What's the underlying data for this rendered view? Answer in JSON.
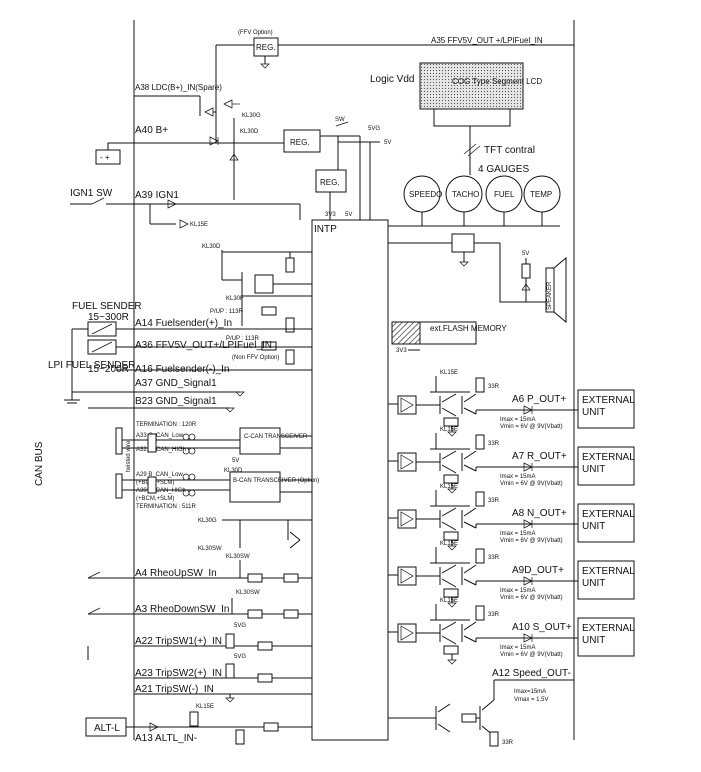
{
  "labels": {
    "ffv_option": "(FFV Option)",
    "reg_top": "REG.",
    "a35_out": "A35 FFV5V_OUT +/LPIFuel_IN",
    "logic_vdd": "Logic Vdd",
    "lcd": "COG Type Segment LCD",
    "tft": "TFT contral",
    "gauges_title": "4 GAUGES",
    "a38": "A38 LDC(B+)_IN(Spare)",
    "kl30g": "KL30G",
    "kl30d": "KL30D",
    "a40": "A40 B+",
    "reg_mid": "REG.",
    "sw": "SW",
    "v5vg": "5VG",
    "v5v": "5V",
    "reg_small": "REG.",
    "ign1_sw": "IGN1 SW",
    "a39": "A39 IGN1",
    "kl15e": "KL15E",
    "v3v3": "3V3",
    "v5v_b": "5V",
    "intp": "INTP",
    "kl30d_b": "KL30D",
    "kl30f": "KL30F",
    "fuel_sender": "FUEL SENDER",
    "fuel_range": "15~300R",
    "lpi_sender": "LPI FUEL SENDER",
    "lpi_range": "15~200R",
    "pup1": "P/UP : 113R",
    "a14": "A14 Fuelsender(+)_In",
    "pup2": "P/UP : 113R",
    "a36": "A36 FFV5V_OUT+/LPIFuel_IN",
    "non_ffv": "(Non FFV Option)",
    "a16": "A16 Fuelsender(-)_In",
    "a37": "A37 GND_Signal1",
    "b23": "B23 GND_Signal1",
    "flash": "ext.FLASH MEMORY",
    "v3v3_b": "3V3",
    "can_bus": "CAN BUS",
    "term1": "TERMINATION : 120R",
    "a33c_low": "A33 C_CAN_Low",
    "a32c_high": "A32 C_CAN_HIGh",
    "twisted": "twisted wire",
    "ccan": "C-CAN TRANSCEIVER",
    "v5v_c": "5V",
    "kl30d_c": "KL30D",
    "a29b_low": "A29 B_CAN_Low",
    "bcm1": "(+BCM,+SLM)",
    "a30b_high": "A30 B_CAN_HIGh",
    "bcm2": "(+BCM,+SLM)",
    "bcan": "B-CAN TRANSCEIVER (Option)",
    "term2": "TERMINATION : 511R",
    "kl30g_b": "KL30G",
    "kl30sw1": "KL30SW",
    "kl30sw2": "KL30SW",
    "a4": "A4 RheoUpSW_In",
    "kl30sw3": "KL30SW",
    "a3": "A3 RheoDownSW_In",
    "v5vg_b": "5VG",
    "a22": "A22 TripSW1(+)_IN",
    "v5vg_c": "5VG",
    "a23": "A23 TripSW2(+)_IN",
    "a21": "A21 TripSW(-)_IN",
    "altl_box": "ALT-L",
    "kl15e_b": "KL15E",
    "a13": "A13 ALTL_IN-",
    "speaker": "SPEAKER",
    "v5v_spk": "5V",
    "a12": "A12 Speed_OUT-",
    "speed_imax": "Imax=15mA",
    "speed_vmax": "Vmax = 1.5V",
    "r33": "33R"
  },
  "gauges": [
    "SPEEDO",
    "TACHO",
    "FUEL",
    "TEMP"
  ],
  "outputs": [
    {
      "label": "A6 P_OUT+",
      "kl": "KL15E",
      "r": "33R",
      "imax": "Imax = 15mA",
      "vmin": "Vmin = 6V @ 9V(Vbatt)",
      "unit": "EXTERNAL UNIT"
    },
    {
      "label": "A7 R_OUT+",
      "kl": "KL15E",
      "r": "33R",
      "imax": "Imax = 15mA",
      "vmin": "Vmin = 6V @ 9V(Vbatt)",
      "unit": "EXTERNAL UNIT"
    },
    {
      "label": "A8 N_OUT+",
      "kl": "KL15E",
      "r": "33R",
      "imax": "Imax = 15mA",
      "vmin": "Vmin = 6V @ 9V(Vbatt)",
      "unit": "EXTERNAL UNIT"
    },
    {
      "label": "A9D_OUT+",
      "kl": "KL15E",
      "r": "33R",
      "imax": "Imax = 15mA",
      "vmin": "Vmin = 6V @ 9V(Vbatt)",
      "unit": "EXTERNAL UNIT"
    },
    {
      "label": "A10 S_OUT+",
      "kl": "KL15E",
      "r": "33R",
      "imax": "Imax = 15mA",
      "vmin": "Vmin = 6V @ 9V(Vbatt)",
      "unit": "EXTERNAL UNIT"
    }
  ]
}
